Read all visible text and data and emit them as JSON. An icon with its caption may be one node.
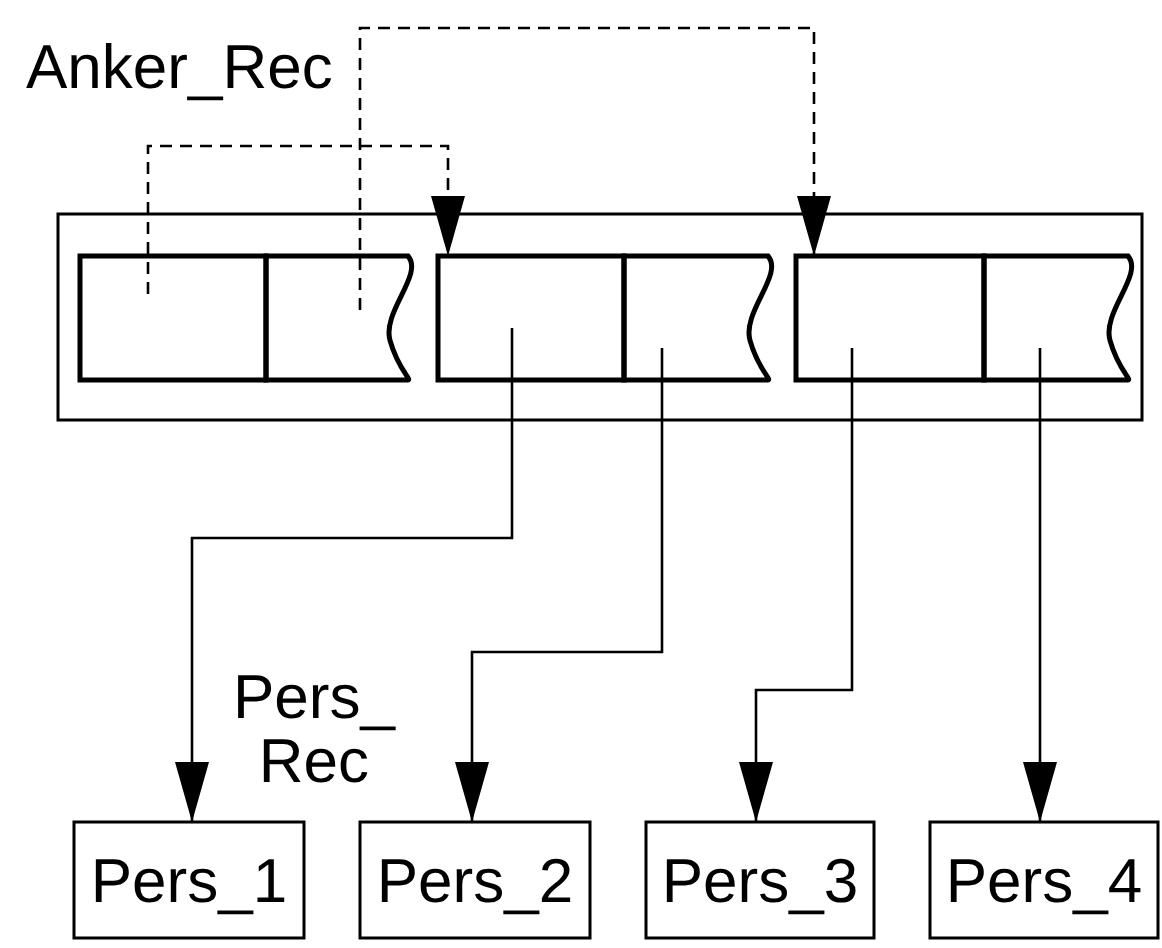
{
  "diagram": {
    "nodes": [
      {
        "text": [],
        "shape": "box"
      },
      {
        "text": [],
        "shape": "box",
        "in": 0
      },
      {
        "text": [],
        "shape": "box",
        "in": 0
      },
      {
        "text": [],
        "shape": "box",
        "in": 0
      },
      {
        "text": [],
        "shape": "box",
        "in": 0
      },
      {
        "text": [],
        "shape": "box",
        "in": 0
      },
      {
        "text": [],
        "shape": "box",
        "in": 0
      },
      {
        "text": [
          "Pers_1"
        ]
      },
      {
        "text": [
          "Pers_2"
        ]
      },
      {
        "text": [
          "Pers_3"
        ]
      },
      {
        "text": [
          "Pers_4"
        ]
      }
    ],
    "edges": [
      {
        "from": 1,
        "to": 3,
        "arrow": "to",
        "style": "dashed"
      },
      {
        "from": 2,
        "to": 5,
        "arrow": "to",
        "style": "dashed"
      },
      {
        "from": 3,
        "to": 7,
        "arrow": "to"
      },
      {
        "from": 4,
        "to": 8,
        "arrow": "to"
      },
      {
        "from": 5,
        "to": 9,
        "arrow": "to"
      },
      {
        "from": 6,
        "to": 10,
        "arrow": "to"
      }
    ],
    "labels": [
      "Anker_Rec",
      "Pers_ Rec"
    ]
  }
}
